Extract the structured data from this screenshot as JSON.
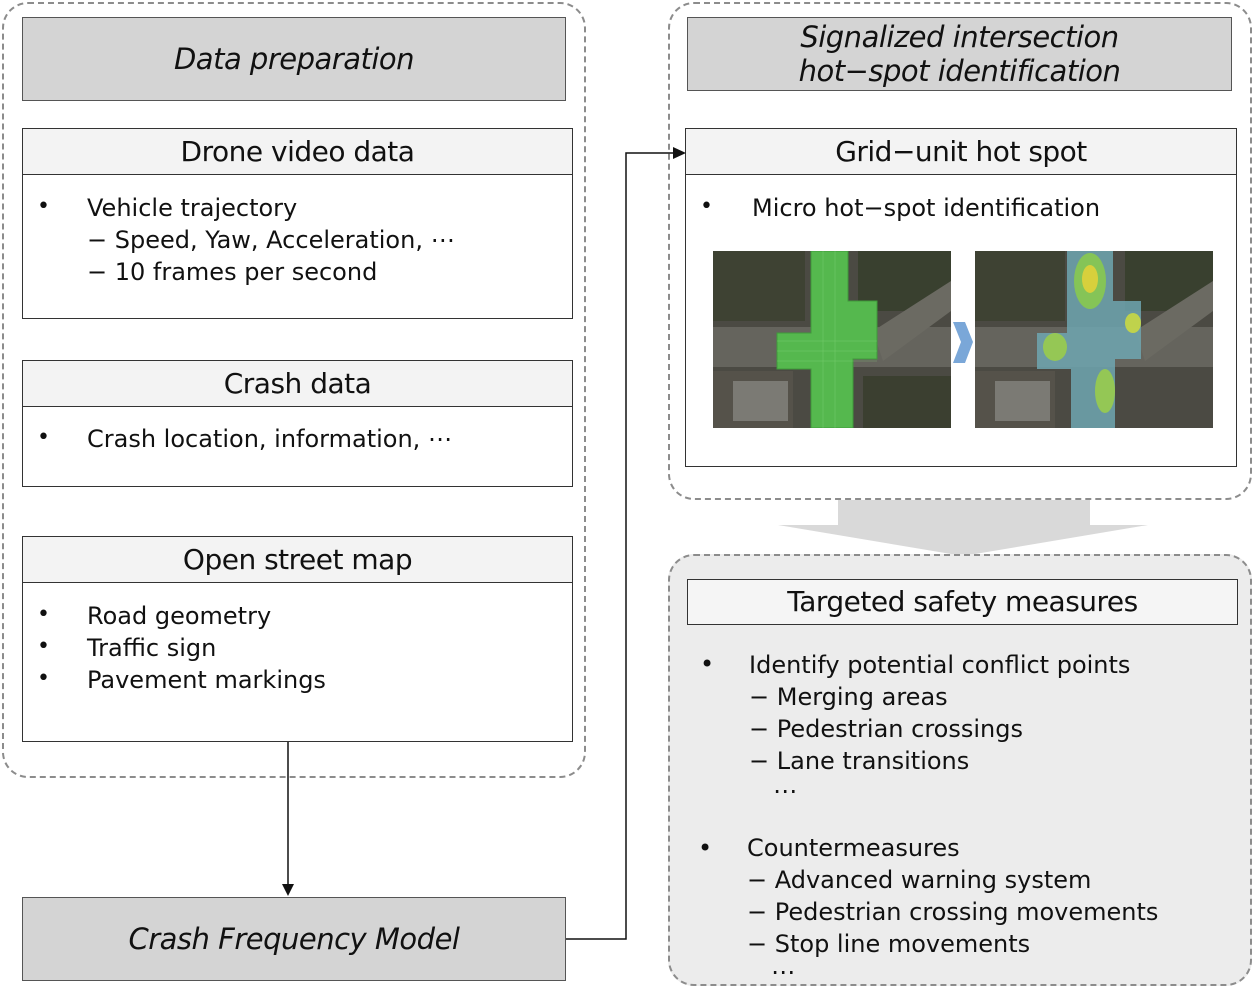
{
  "left_group": {
    "header": "Data preparation",
    "drone": {
      "title": "Drone video data",
      "bullet": "Vehicle trajectory",
      "sub1": "− Speed, Yaw, Acceleration, ⋯",
      "sub2": "− 10 frames per second"
    },
    "crash": {
      "title": "Crash data",
      "bullet": "Crash location, information, ⋯"
    },
    "osm": {
      "title": "Open street map",
      "items": [
        "Road geometry",
        "Traffic sign",
        "Pavement markings"
      ]
    }
  },
  "model": {
    "label": "Crash Frequency Model"
  },
  "right_group": {
    "header_line1": "Signalized intersection",
    "header_line2": "hot−spot identification",
    "grid": {
      "title": "Grid−unit hot spot",
      "bullet": "Micro hot−spot identification"
    }
  },
  "measures": {
    "title": "Targeted safety measures",
    "bullet1": "Identify potential conflict points",
    "b1_sub": [
      "− Merging areas",
      "− Pedestrian crossings",
      "− Lane transitions",
      "⋯"
    ],
    "bullet2": "Countermeasures",
    "b2_sub": [
      "− Advanced warning system",
      "− Pedestrian crossing movements",
      "− Stop line movements",
      "⋯"
    ]
  },
  "bullet_symbol": "•"
}
